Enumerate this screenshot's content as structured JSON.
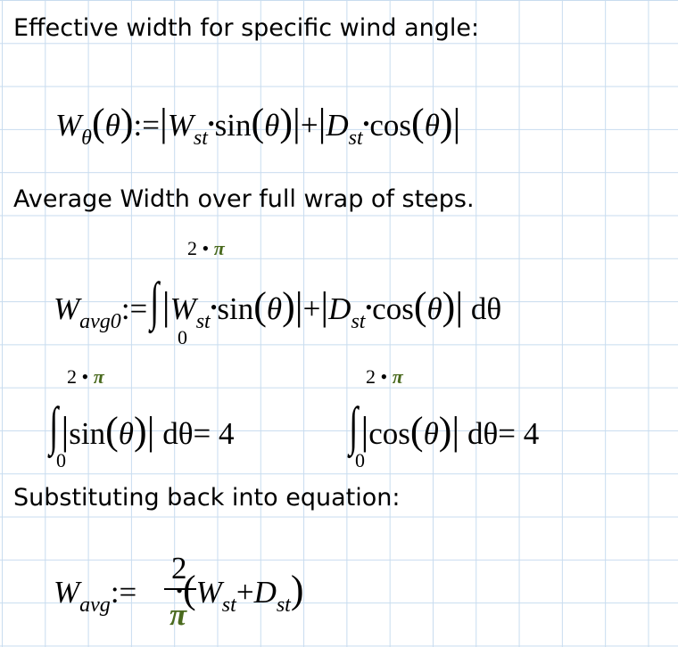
{
  "headings": [
    "Effective width for specific wind angle:",
    "Average Width over full wrap of steps.",
    "Substituting back into equation:"
  ],
  "eq1": {
    "lhs": "W",
    "lhs_sub": "θ",
    "arg": "θ",
    "assign": ":=",
    "w": "W",
    "st": "st",
    "sin": "sin",
    "cos": "cos",
    "d": "D",
    "plus": "+"
  },
  "eq2": {
    "lhs": "W",
    "lhs_sub": "avg0",
    "upper": "2 • ",
    "pi": "π",
    "lower": "0",
    "dtheta": "dθ"
  },
  "eq3": {
    "sin_integral": "= 4",
    "cos_integral": "= 4",
    "upper": "2 • ",
    "pi": "π",
    "lower": "0"
  },
  "eq4": {
    "lhs": "W",
    "lhs_sub": "avg",
    "numerator": "2",
    "denominator": "π"
  }
}
